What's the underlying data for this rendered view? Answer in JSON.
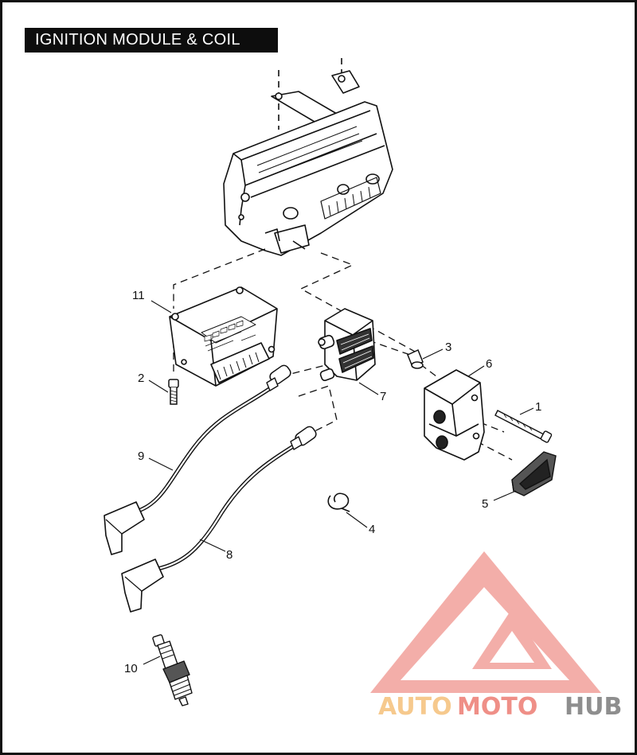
{
  "title": "IGNITION MODULE & COIL",
  "callouts": [
    {
      "id": "1",
      "label": "1"
    },
    {
      "id": "2",
      "label": "2"
    },
    {
      "id": "3",
      "label": "3"
    },
    {
      "id": "4",
      "label": "4"
    },
    {
      "id": "5",
      "label": "5"
    },
    {
      "id": "6",
      "label": "6"
    },
    {
      "id": "7",
      "label": "7"
    },
    {
      "id": "8",
      "label": "8"
    },
    {
      "id": "9",
      "label": "9"
    },
    {
      "id": "10",
      "label": "10"
    },
    {
      "id": "11",
      "label": "11"
    }
  ],
  "watermark": {
    "part1": "AUTO",
    "part2": "MOTO",
    "part3": "HUB",
    "color_light": "#f6c98d",
    "color_mid": "#ef8f87",
    "color_dark": "#8e8e8e"
  }
}
